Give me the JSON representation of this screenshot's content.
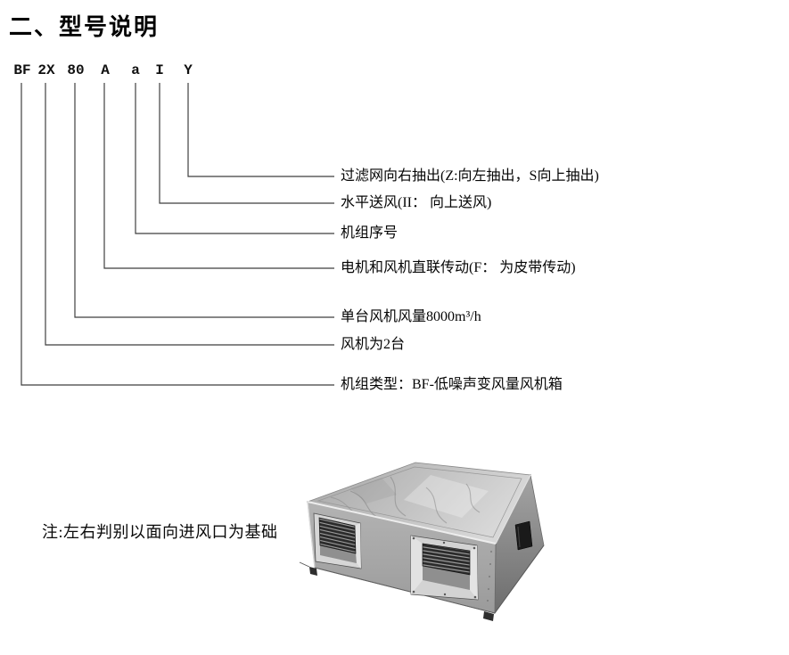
{
  "section": {
    "title": "二、型号说明"
  },
  "model_code": {
    "segments": [
      {
        "code": "BF",
        "label": "机组类型：BF-低噪声变风量风机箱"
      },
      {
        "code": "2X",
        "label": "风机为2台"
      },
      {
        "code": "80",
        "label": "单台风机风量8000m³/h"
      },
      {
        "code": "A",
        "label": "电机和风机直联传动(F： 为皮带传动)"
      },
      {
        "code": "a",
        "label": "机组序号"
      },
      {
        "code": "I",
        "label": "水平送风(II： 向上送风)"
      },
      {
        "code": "Y",
        "label": "过滤网向右抽出(Z:向左抽出，S向上抽出)"
      }
    ]
  },
  "note": "注:左右判别以面向进风口为基础",
  "figure": {
    "alt": "fan-box-product-photo"
  },
  "colors": {
    "line": "#3f3f3f",
    "text": "#0a0a0a",
    "background": "#ffffff"
  }
}
